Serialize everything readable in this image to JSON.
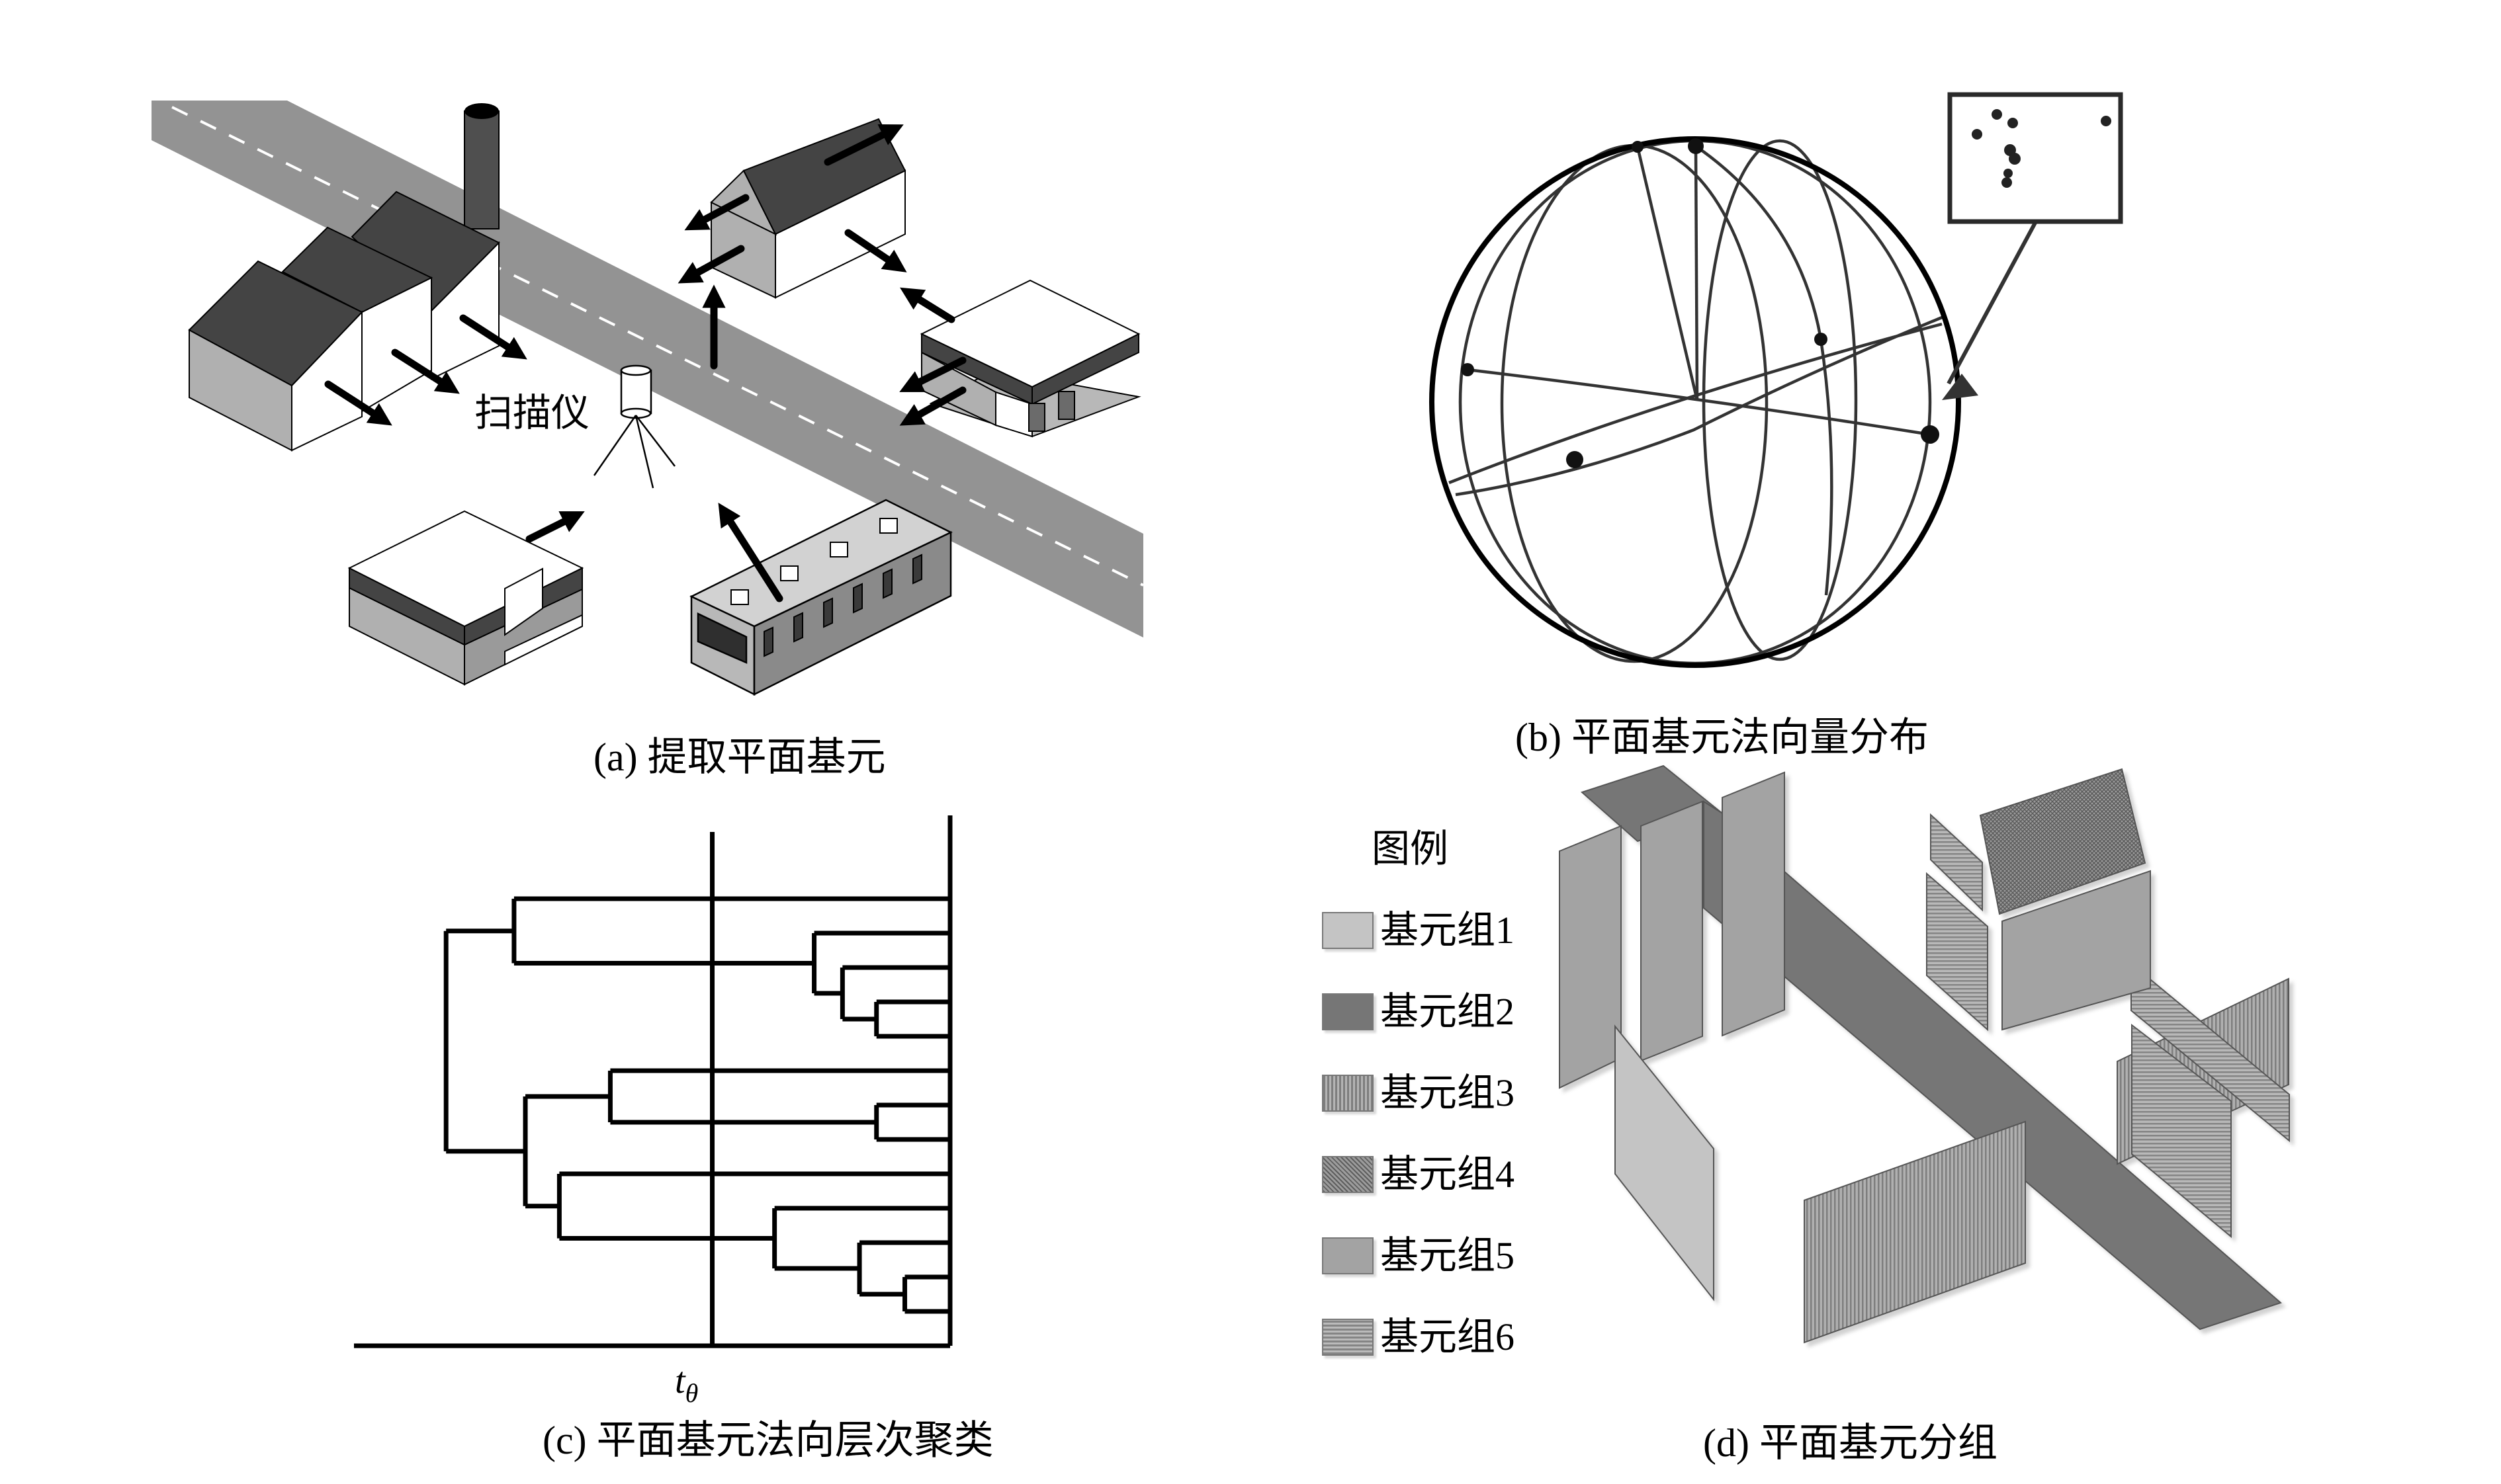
{
  "panels": {
    "a": {
      "caption": "(a) 提取平面基元",
      "scanner_label": "扫描仪",
      "objects": [
        "road",
        "factory",
        "chimney",
        "house",
        "gas-station",
        "office-building",
        "bus"
      ]
    },
    "b": {
      "caption": "(b) 平面基元法向量分布",
      "description": "unit sphere with great circles; normal vectors plotted as points; inset shows clustered points"
    },
    "c": {
      "caption": "(c) 平面基元法向层次聚类",
      "threshold_label": "t",
      "threshold_subscript": "θ"
    },
    "d": {
      "caption": "(d) 平面基元分组",
      "legend": {
        "title": "图例",
        "items": [
          {
            "label": "基元组1",
            "pattern": "solid",
            "color": "#c4c4c4"
          },
          {
            "label": "基元组2",
            "pattern": "solid",
            "color": "#767676"
          },
          {
            "label": "基元组3",
            "pattern": "vertical-stripes",
            "color": "#a0a0a0"
          },
          {
            "label": "基元组4",
            "pattern": "crosshatch",
            "color": "#858585"
          },
          {
            "label": "基元组5",
            "pattern": "solid",
            "color": "#a3a3a3"
          },
          {
            "label": "基元组6",
            "pattern": "horizontal-stripes",
            "color": "#a6a6a6"
          }
        ]
      }
    }
  },
  "chart_data": {
    "type": "dendrogram",
    "title": "(c) 平面基元法向层次聚类",
    "leaf_count": 13,
    "threshold_label": "tθ",
    "orientation": "leaves-right",
    "merges": [
      {
        "id": "n34",
        "children": [
          "L3",
          "L4"
        ],
        "height": 0.13
      },
      {
        "id": "n234",
        "children": [
          "L2",
          "n34"
        ],
        "height": 0.19
      },
      {
        "id": "n1234",
        "children": [
          "L1",
          "n234"
        ],
        "height": 0.24
      },
      {
        "id": "A",
        "children": [
          "L0",
          "n1234"
        ],
        "height": 0.77
      },
      {
        "id": "n67",
        "children": [
          "L6",
          "L7"
        ],
        "height": 0.13
      },
      {
        "id": "C",
        "children": [
          "L5",
          "n67"
        ],
        "height": 0.6
      },
      {
        "id": "G",
        "children": [
          "L11",
          "L12"
        ],
        "height": 0.08
      },
      {
        "id": "F",
        "children": [
          "L10",
          "G"
        ],
        "height": 0.16
      },
      {
        "id": "E",
        "children": [
          "L9",
          "F"
        ],
        "height": 0.31
      },
      {
        "id": "D",
        "children": [
          "L8",
          "E"
        ],
        "height": 0.69
      },
      {
        "id": "B",
        "children": [
          "C",
          "D"
        ],
        "height": 0.75
      },
      {
        "id": "root",
        "children": [
          "A",
          "B"
        ],
        "height": 0.89
      }
    ],
    "threshold": 0.42,
    "xlim": [
      1.0,
      0.0
    ]
  }
}
